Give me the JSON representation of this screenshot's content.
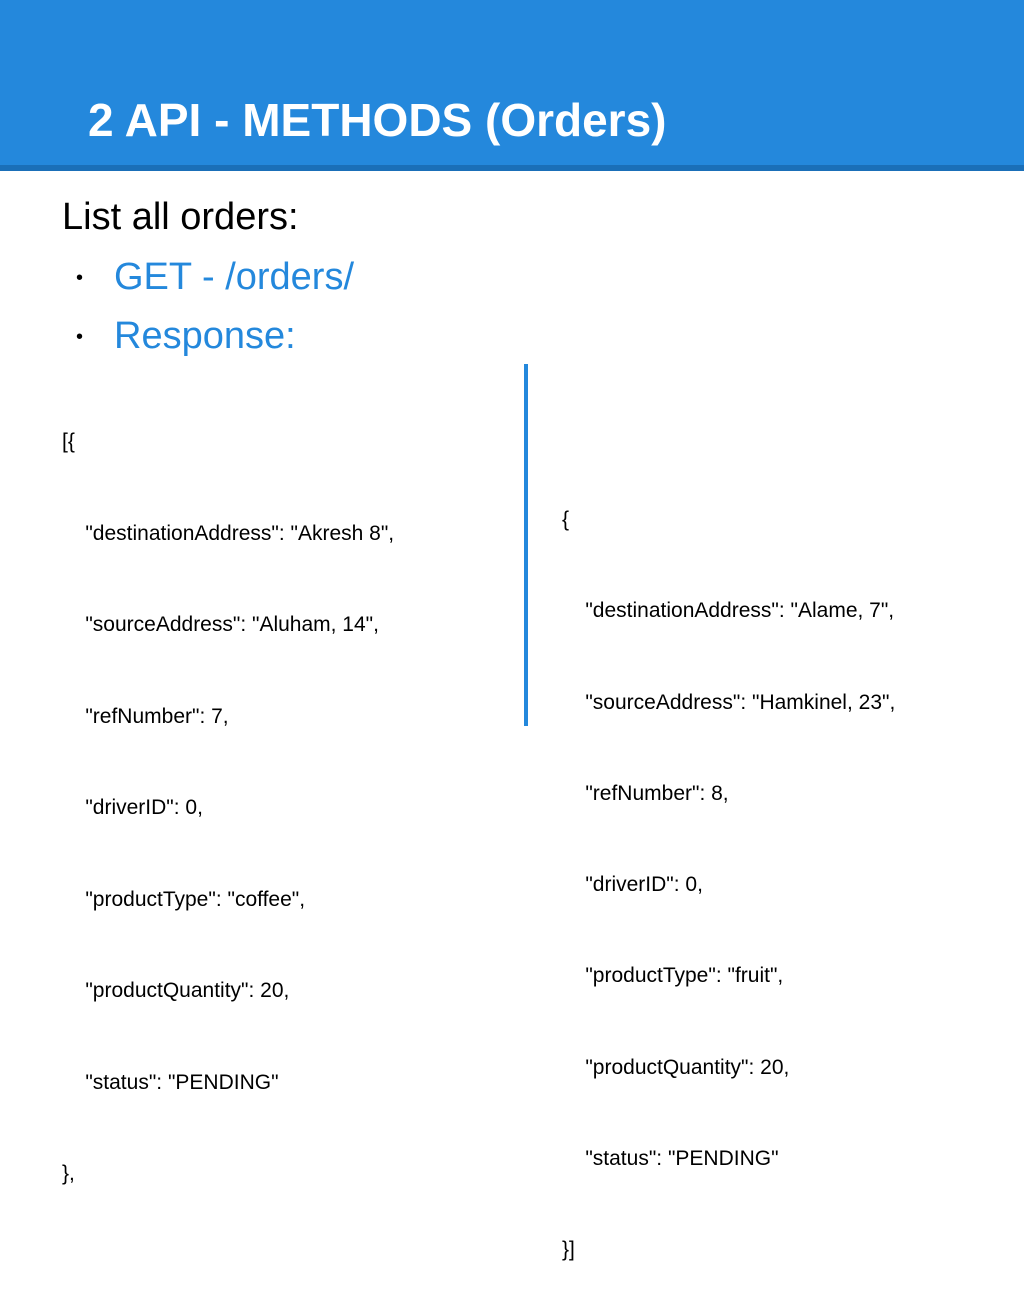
{
  "slide": {
    "title": "2 API - METHODS (Orders)"
  },
  "content": {
    "heading": "List all orders:",
    "bullets": [
      {
        "symbol": "•",
        "text": "GET - /orders/"
      },
      {
        "symbol": "•",
        "text": "Response:"
      }
    ]
  },
  "response_left": {
    "lines": [
      "[{",
      "    \"destinationAddress\": \"Akresh 8\",",
      "    \"sourceAddress\": \"Aluham, 14\",",
      "    \"refNumber\": 7,",
      "    \"driverID\": 0,",
      "    \"productType\": \"coffee\",",
      "    \"productQuantity\": 20,",
      "    \"status\": \"PENDING\"",
      "},"
    ]
  },
  "response_right": {
    "lines": [
      "{",
      "    \"destinationAddress\": \"Alame, 7\",",
      "    \"sourceAddress\": \"Hamkinel, 23\",",
      "    \"refNumber\": 8,",
      "    \"driverID\": 0,",
      "    \"productType\": \"fruit\",",
      "    \"productQuantity\": 20,",
      "    \"status\": \"PENDING\"",
      "}]"
    ]
  },
  "colors": {
    "header_bg": "#2488dc",
    "header_shadow": "#1a6fb8",
    "accent_text": "#2488dc",
    "divider": "#2488dc"
  }
}
